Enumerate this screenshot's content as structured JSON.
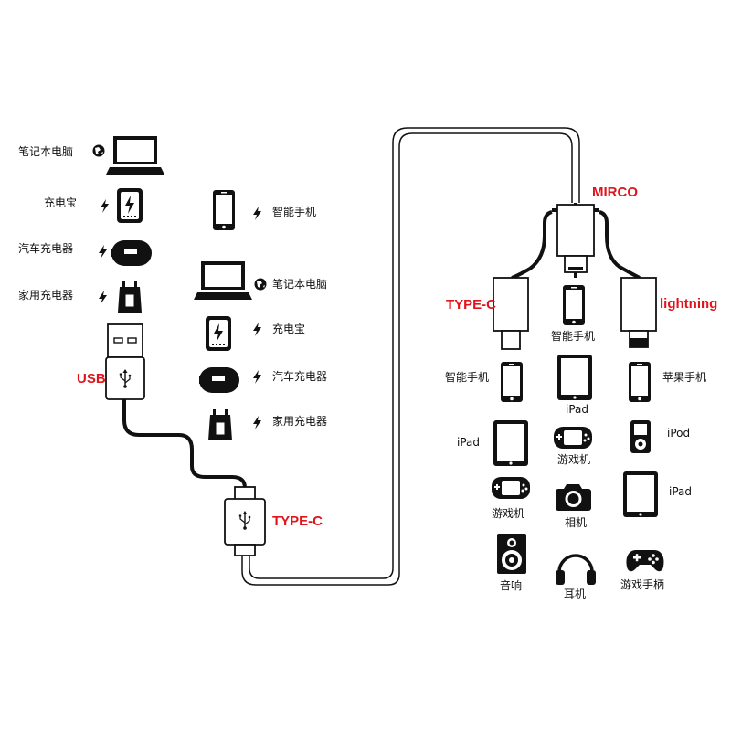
{
  "labels": {
    "usb": "USB",
    "typec_top": "TYPE-C",
    "typec_right": "TYPE-C",
    "mirco": "MIRCO",
    "lightning": "lightning"
  },
  "left_column": [
    "笔记本电脑",
    "充电宝",
    "汽车充电器",
    "家用充电器"
  ],
  "middle_column": [
    "智能手机",
    "笔记本电脑",
    "充电宝",
    "汽车充电器",
    "家用充电器"
  ],
  "devices": {
    "typec_phone": "智能手机",
    "micro_phone": "智能手机",
    "micro_ipad": "iPad",
    "lightning_phone": "苹果手机",
    "typec_ipad": "iPad",
    "micro_console": "游戏机",
    "lightning_ipod": "iPod",
    "typec_console": "游戏机",
    "micro_camera": "相机",
    "lightning_ipad": "iPad",
    "typec_speaker": "音响",
    "micro_headphones": "耳机",
    "lightning_gamepad": "游戏手柄"
  },
  "colors": {
    "accent": "#e0141b",
    "ink": "#111111",
    "cable": "#111111"
  },
  "icons": [
    "laptop-icon",
    "power-bank-icon",
    "car-charger-icon",
    "wall-charger-icon",
    "phone-icon",
    "tablet-icon",
    "handheld-console-icon",
    "ipod-icon",
    "camera-icon",
    "speaker-icon",
    "headphones-icon",
    "gamepad-icon",
    "bolt-icon",
    "globe-icon"
  ]
}
